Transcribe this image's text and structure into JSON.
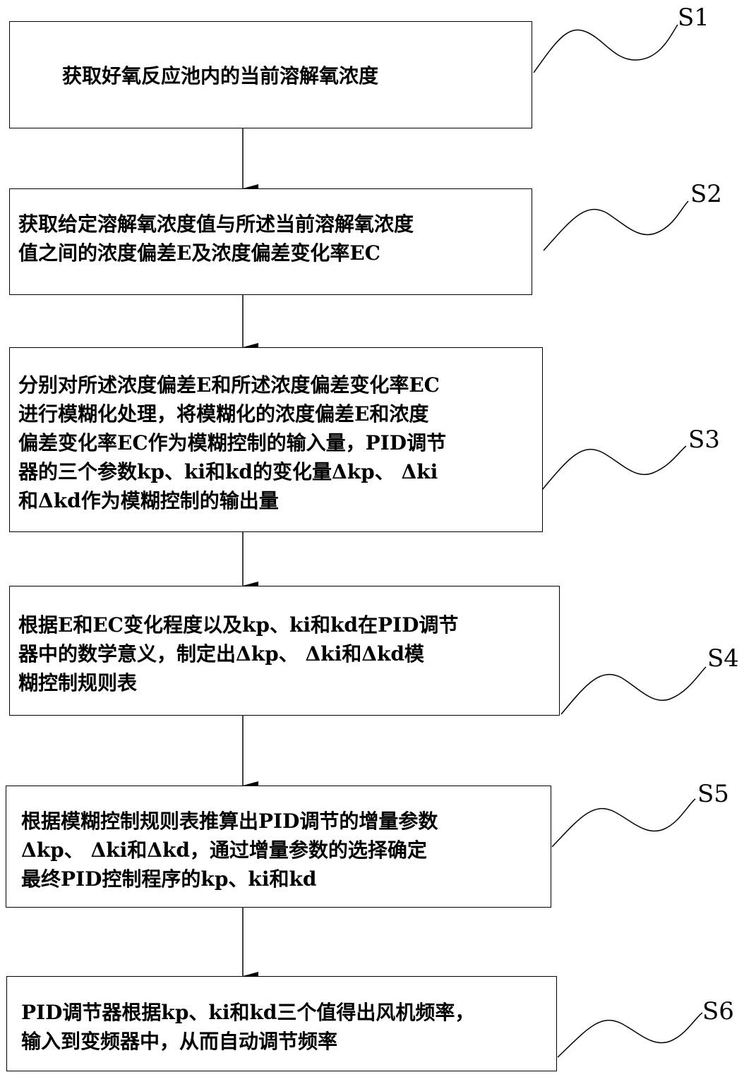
{
  "steps": [
    {
      "label": "S1",
      "lines": [
        "获取好氧反应池内的当前溶解氧浓度"
      ]
    },
    {
      "label": "S2",
      "lines": [
        "获取给定溶解氧浓度值与所述当前溶解氧浓度",
        "值之间的浓度偏差E及浓度偏差变化率EC"
      ]
    },
    {
      "label": "S3",
      "lines": [
        "分别对所述浓度偏差E和所述浓度偏差变化率EC",
        "进行模糊化处理，将模糊化的浓度偏差E和浓度",
        "偏差变化率EC作为模糊控制的输入量，PID调节",
        "器的三个参数kp、ki和kd的变化量Δkp、 Δki",
        "和Δkd作为模糊控制的输出量"
      ]
    },
    {
      "label": "S4",
      "lines": [
        "根据E和EC变化程度以及kp、ki和kd在PID调节",
        "器中的数学意义，制定出Δkp、 Δki和Δkd模",
        "糊控制规则表"
      ]
    },
    {
      "label": "S5",
      "lines": [
        "根据模糊控制规则表推算出PID调节的增量参数",
        "Δkp、 Δki和Δkd，通过增量参数的选择确定",
        "最终PID控制程序的kp、ki和kd"
      ]
    },
    {
      "label": "S6",
      "lines": [
        "PID调节器根据kp、ki和kd三个值得出风机频率，",
        "输入到变频器中，从而自动调节频率"
      ]
    }
  ]
}
